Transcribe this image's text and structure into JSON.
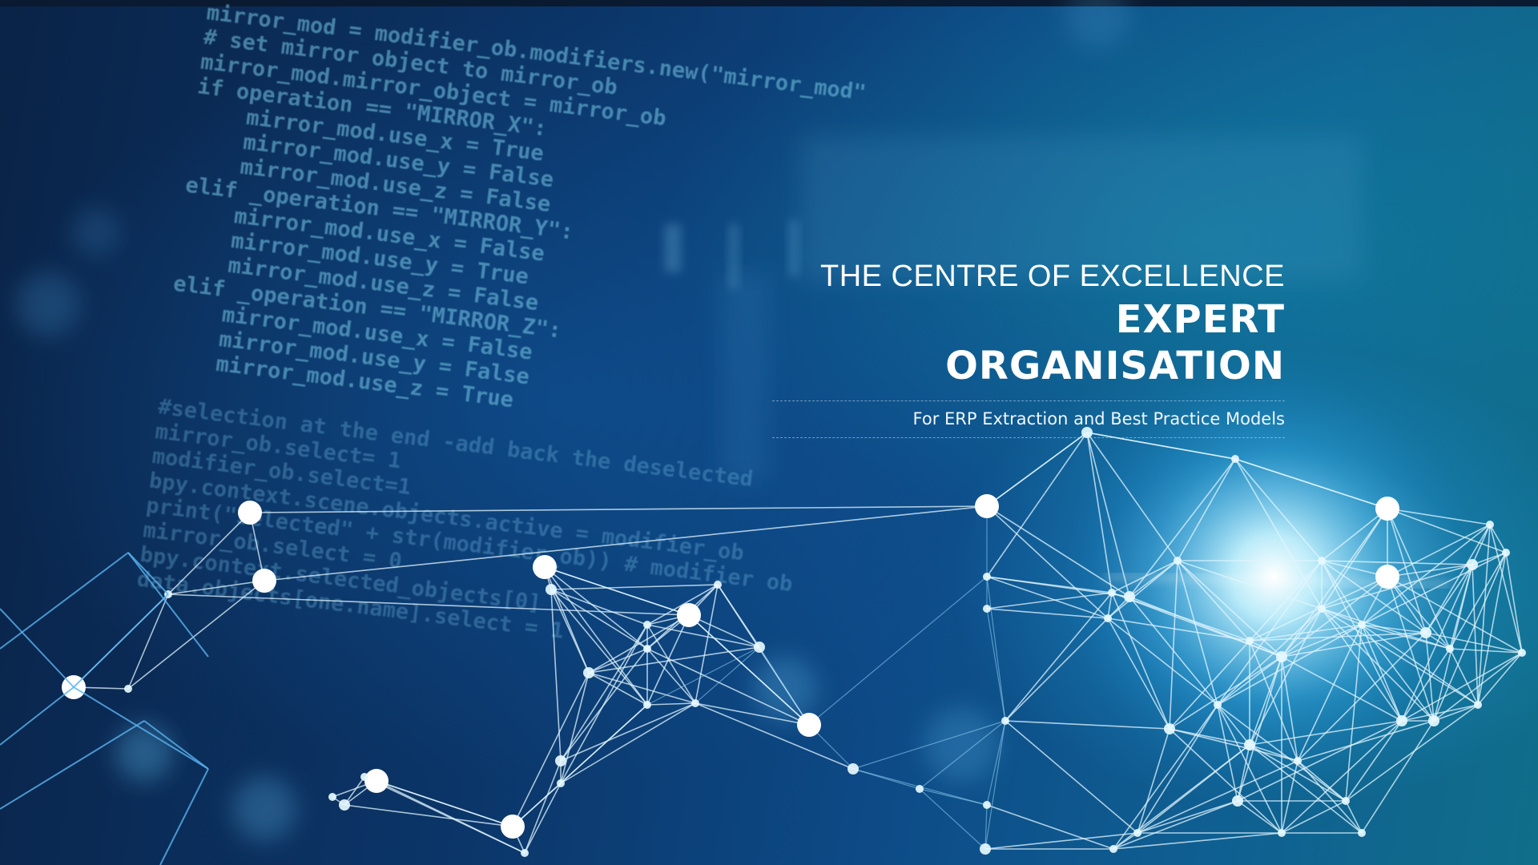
{
  "hero": {
    "eyebrow": "THE CENTRE OF EXCELLENCE",
    "title": "EXPERT ORGANISATION",
    "subtitle": "For ERP Extraction and Best Practice Models"
  },
  "background_code": [
    "mirror_mod = modifier_ob.modifiers.new(\"mirror_mod\"",
    "# set mirror object to mirror_ob",
    "mirror_mod.mirror_object = mirror_ob",
    "if operation == \"MIRROR_X\":",
    "    mirror_mod.use_x = True",
    "    mirror_mod.use_y = False",
    "    mirror_mod.use_z = False",
    "elif _operation == \"MIRROR_Y\":",
    "    mirror_mod.use_x = False",
    "    mirror_mod.use_y = True",
    "    mirror_mod.use_z = False",
    "elif _operation == \"MIRROR_Z\":",
    "    mirror_mod.use_x = False",
    "    mirror_mod.use_y = False",
    "    mirror_mod.use_z = True",
    "",
    "#selection at the end -add back the deselected",
    "mirror_ob.select= 1",
    "modifier_ob.select=1",
    "bpy.context.scene.objects.active = modifier_ob",
    "print(\"Selected\" + str(modifier_ob)) # modifier ob",
    "mirror_ob.select = 0",
    "bpy.context.selected_objects[0]",
    "data.objects[one.name].select = 1"
  ]
}
